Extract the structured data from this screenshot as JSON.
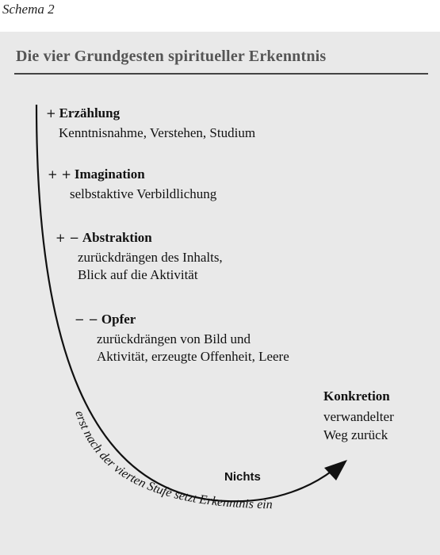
{
  "caption": "Schema 2",
  "title": "Die vier Grundgesten spiritueller Erkenntnis",
  "stages": [
    {
      "sign": "+",
      "name": "Erzählung",
      "desc": [
        "Kenntnisnahme, Verstehen, Studium"
      ]
    },
    {
      "sign": "+ +",
      "name": "Imagination",
      "desc": [
        "selbstaktive Verbildlichung"
      ]
    },
    {
      "sign": "+ −",
      "name": "Abstraktion",
      "desc": [
        "zurückdrängen des Inhalts,",
        "Blick auf die Aktivität"
      ]
    },
    {
      "sign": "− −",
      "name": "Opfer",
      "desc": [
        "zurückdrängen von Bild und",
        "Aktivität, erzeugte Offenheit, Leere"
      ]
    }
  ],
  "nadir_label": "Nichts",
  "end": {
    "name": "Konkretion",
    "desc": [
      "verwandelter",
      "Weg zurück"
    ]
  },
  "curve_caption": "erst nach der vierten Stufe setzt Erkenntnis ein"
}
